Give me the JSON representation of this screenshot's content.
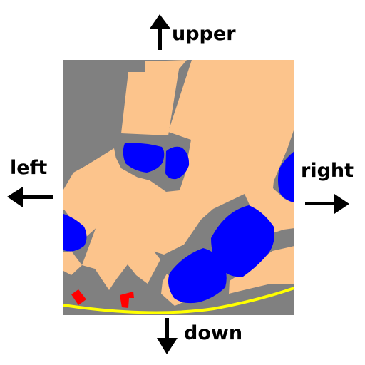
{
  "labels": {
    "upper": "upper",
    "left": "left",
    "right": "right",
    "down": "down"
  },
  "colors": {
    "background": "#ffffff",
    "road_area": "#808080",
    "building": "#fcc48c",
    "water": "#0000ff",
    "highlight_feature": "#ff0000",
    "road_line": "#ffff00",
    "arrow": "#000000"
  },
  "icons": {
    "upper": "arrow-up-icon",
    "left": "arrow-left-icon",
    "right": "arrow-right-icon",
    "down": "arrow-down-icon"
  }
}
